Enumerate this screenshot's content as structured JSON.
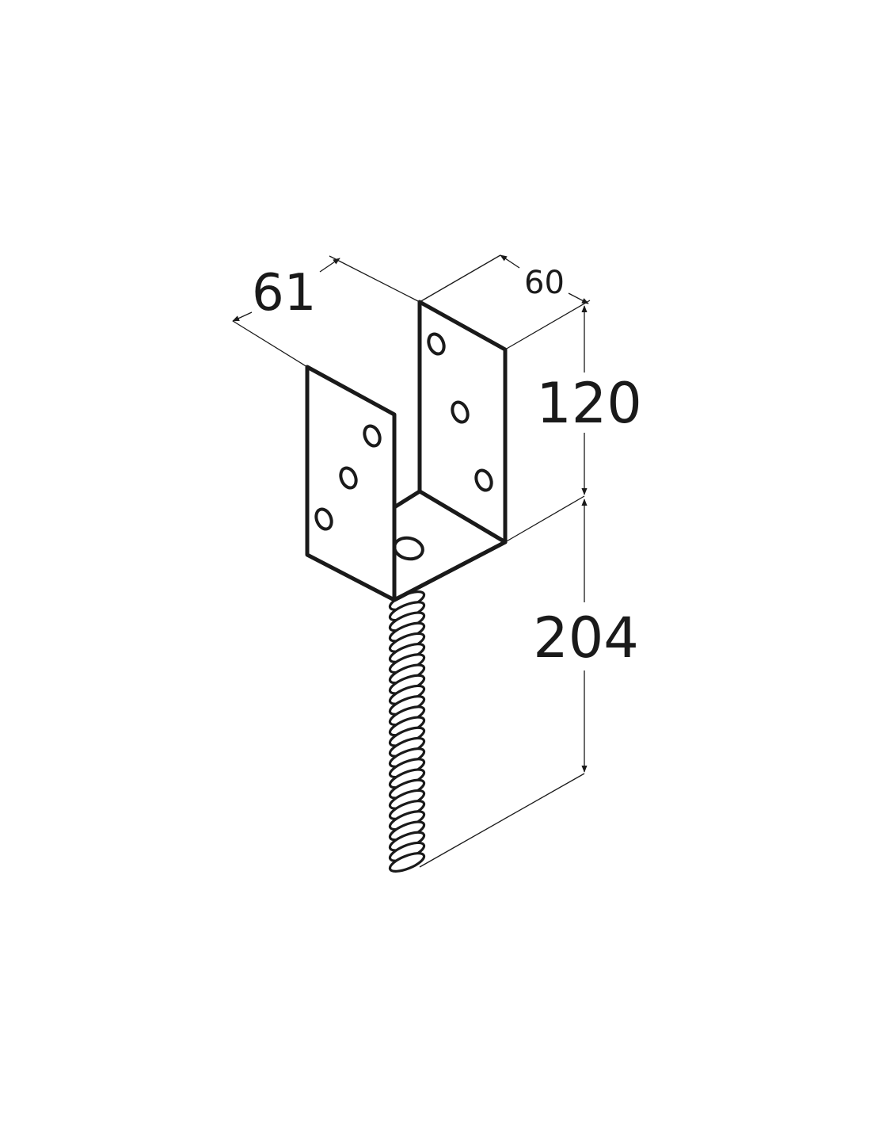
{
  "dimensions": {
    "width_left": "61",
    "depth": "60",
    "bracket_height": "120",
    "rod_length": "204"
  }
}
